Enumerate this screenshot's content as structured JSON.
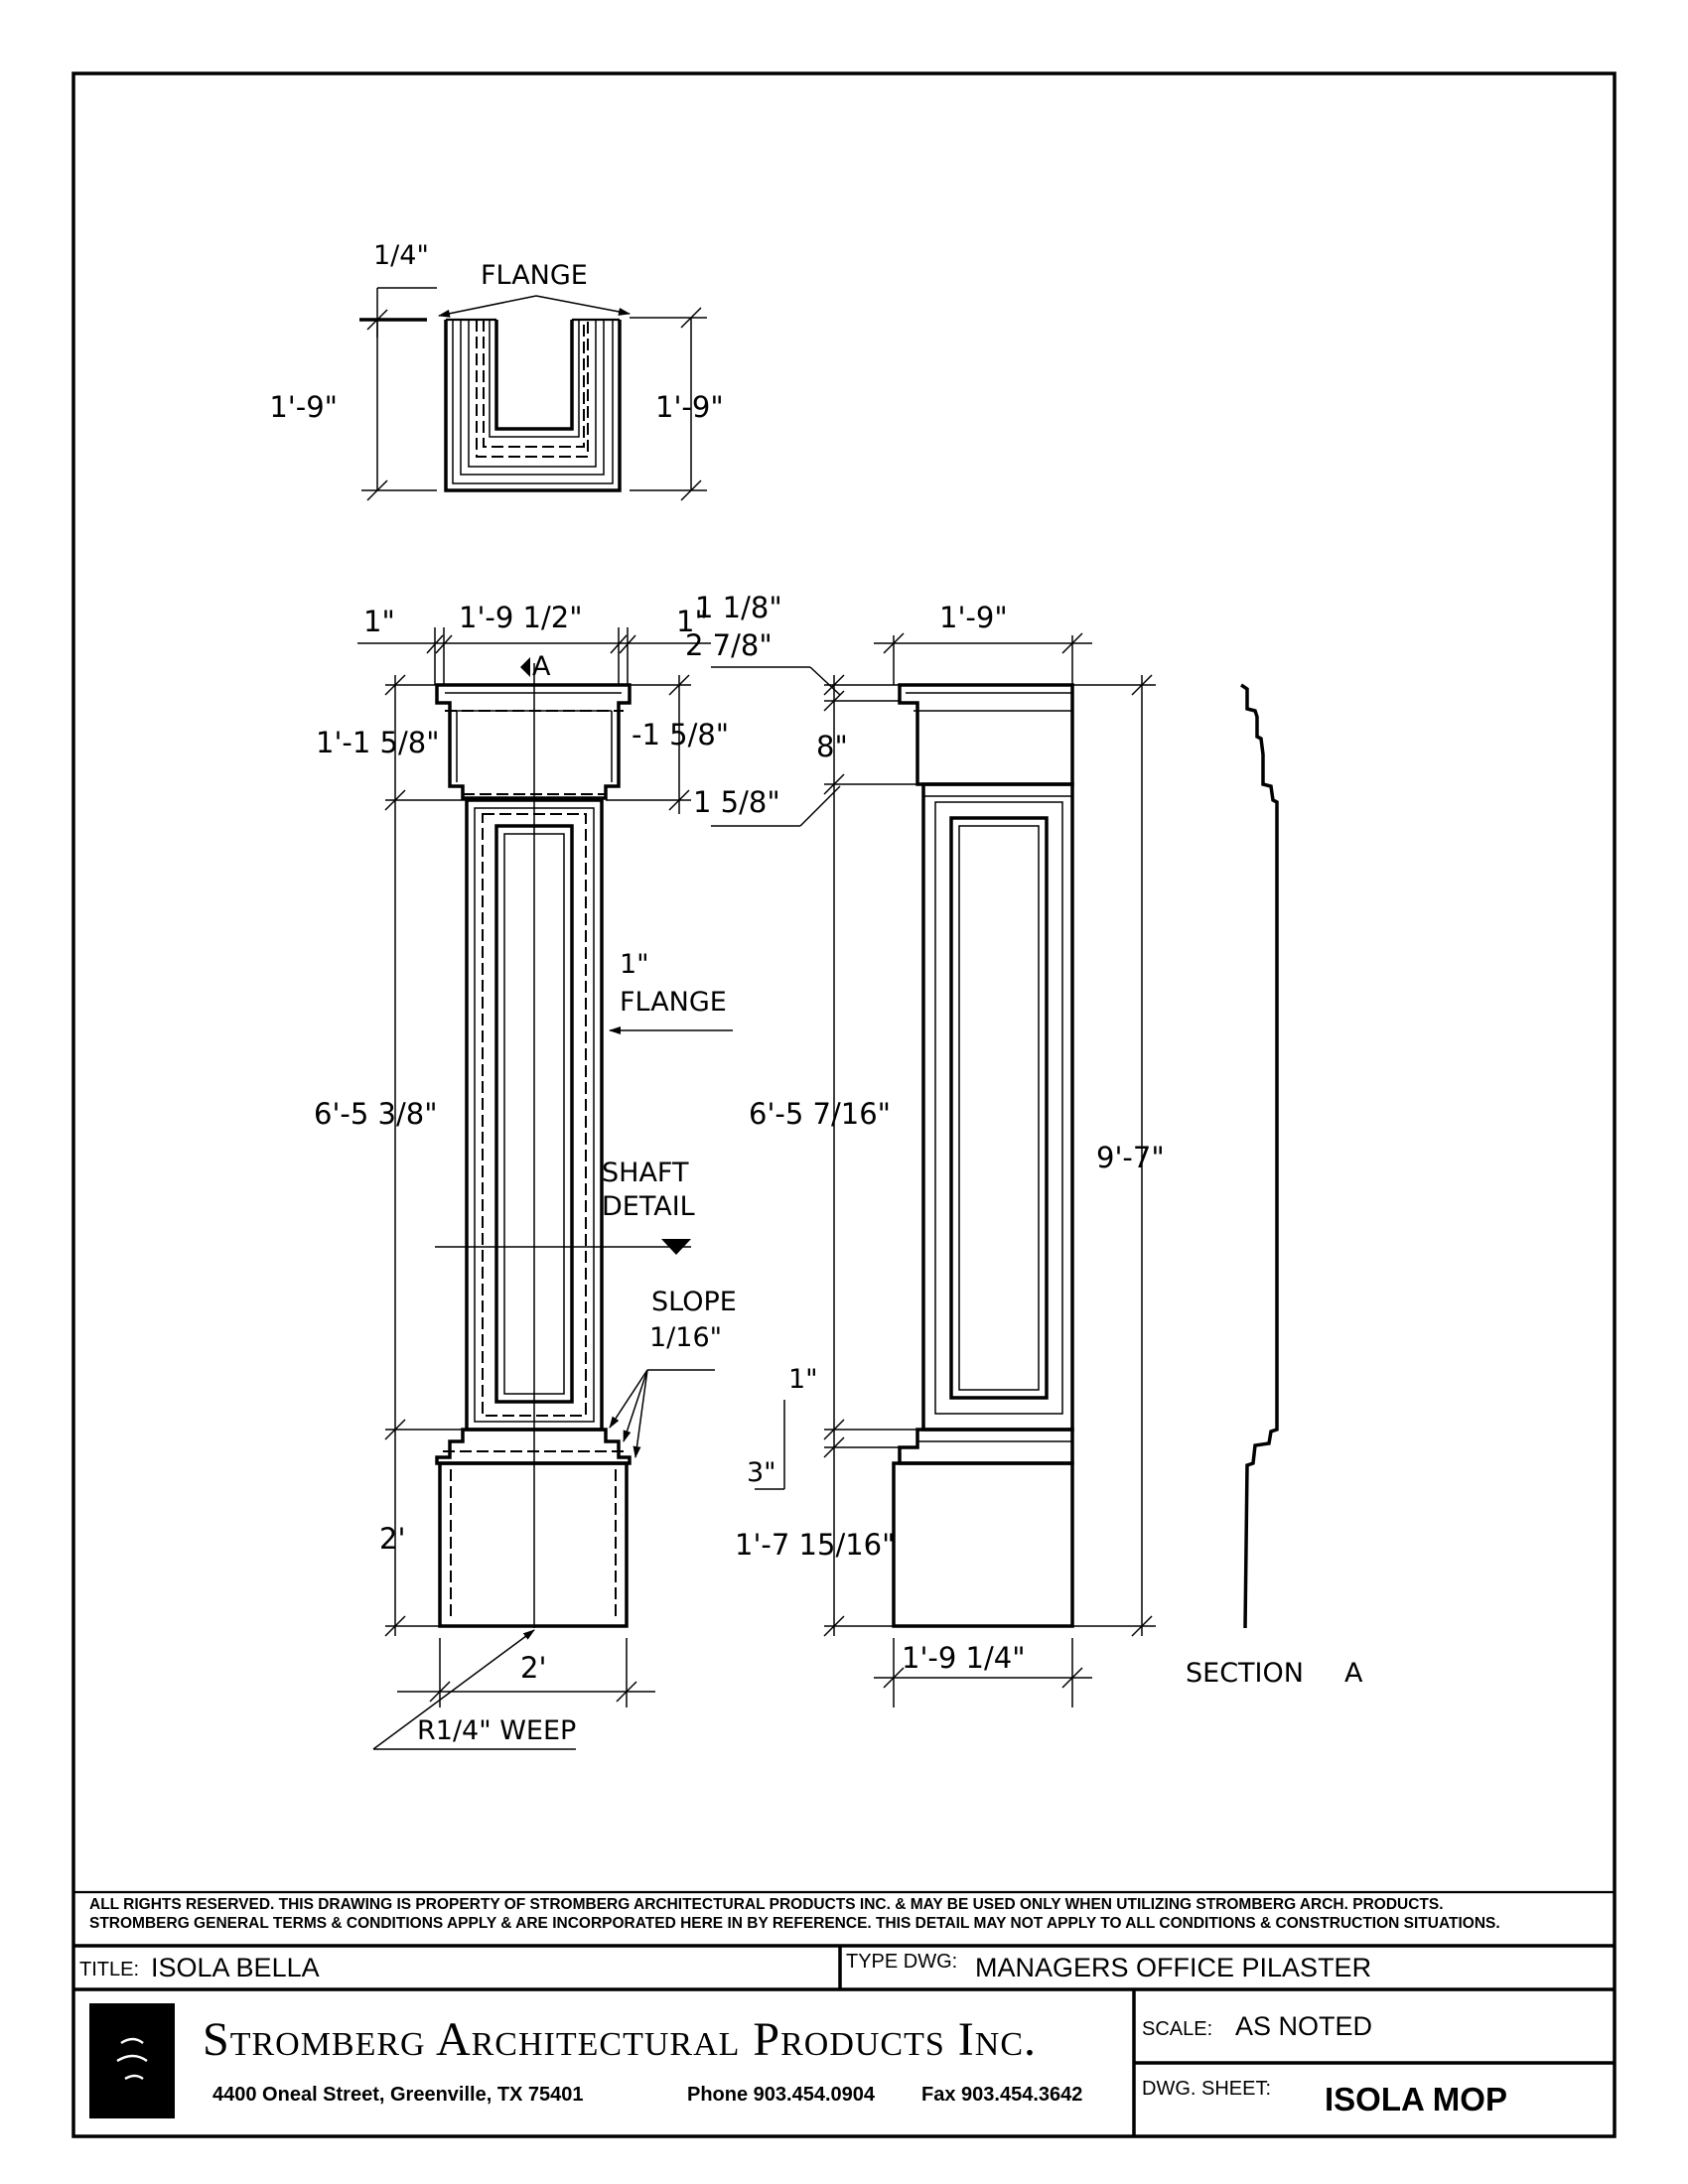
{
  "drawing": {
    "plan": {
      "label_flange": "FLANGE",
      "dim_flange_thickness": "1/4\"",
      "dim_depth_left": "1'-9\"",
      "dim_depth_right": "1'-9\""
    },
    "front_elevation": {
      "dim_left_flange": "1\"",
      "dim_width": "1'-9 1/2\"",
      "dim_right_flange": "1\"",
      "dim_cap_height": "1'-1 5/8\"",
      "dim_cap_right": "-1 5/8\"",
      "dim_cap_step": "1 5/8\"",
      "dim_shaft_height": "6'-5 3/8\"",
      "dim_base_height": "2'",
      "dim_base_width": "2'",
      "section_marker": "A",
      "label_flange_thickness": "1\"",
      "label_flange": "FLANGE",
      "label_shaft_detail_1": "SHAFT",
      "label_shaft_detail_2": "DETAIL",
      "label_slope_1": "SLOPE",
      "label_slope_2": "1/16\"",
      "label_weep": "R1/4\" WEEP"
    },
    "side_elevation": {
      "dim_top_width": "1'-9\"",
      "dim_top_1": "1 1/8\"",
      "dim_top_2": "2 7/8\"",
      "dim_cap": "8\"",
      "dim_shaft_height": "6'-5 7/16\"",
      "dim_overall_height": "9'-7\"",
      "dim_base_1": "1\"",
      "dim_base_2": "3\"",
      "dim_base_height": "1'-7 15/16\"",
      "dim_bottom_width": "1'-9 1/4\""
    },
    "section": {
      "label": "SECTION",
      "marker": "A"
    }
  },
  "title_block": {
    "rights_line_1": "ALL RIGHTS RESERVED. THIS DRAWING IS PROPERTY OF STROMBERG ARCHITECTURAL PRODUCTS INC. & MAY BE USED ONLY WHEN UTILIZING STROMBERG ARCH. PRODUCTS.",
    "rights_line_2": "STROMBERG GENERAL TERMS & CONDITIONS APPLY & ARE INCORPORATED HERE IN BY REFERENCE. THIS DETAIL MAY NOT APPLY TO ALL CONDITIONS & CONSTRUCTION SITUATIONS.",
    "title_label": "TITLE:",
    "title_value": "ISOLA BELLA",
    "type_label": "TYPE DWG:",
    "type_value": "MANAGERS OFFICE PILASTER",
    "company_name": "Stromberg Architectural Products Inc.",
    "address": "4400 Oneal Street, Greenville, TX 75401",
    "phone": "Phone 903.454.0904",
    "fax": "Fax 903.454.3642",
    "scale_label": "SCALE:",
    "scale_value": "AS NOTED",
    "sheet_label": "DWG. SHEET:",
    "sheet_value": "ISOLA MOP"
  }
}
